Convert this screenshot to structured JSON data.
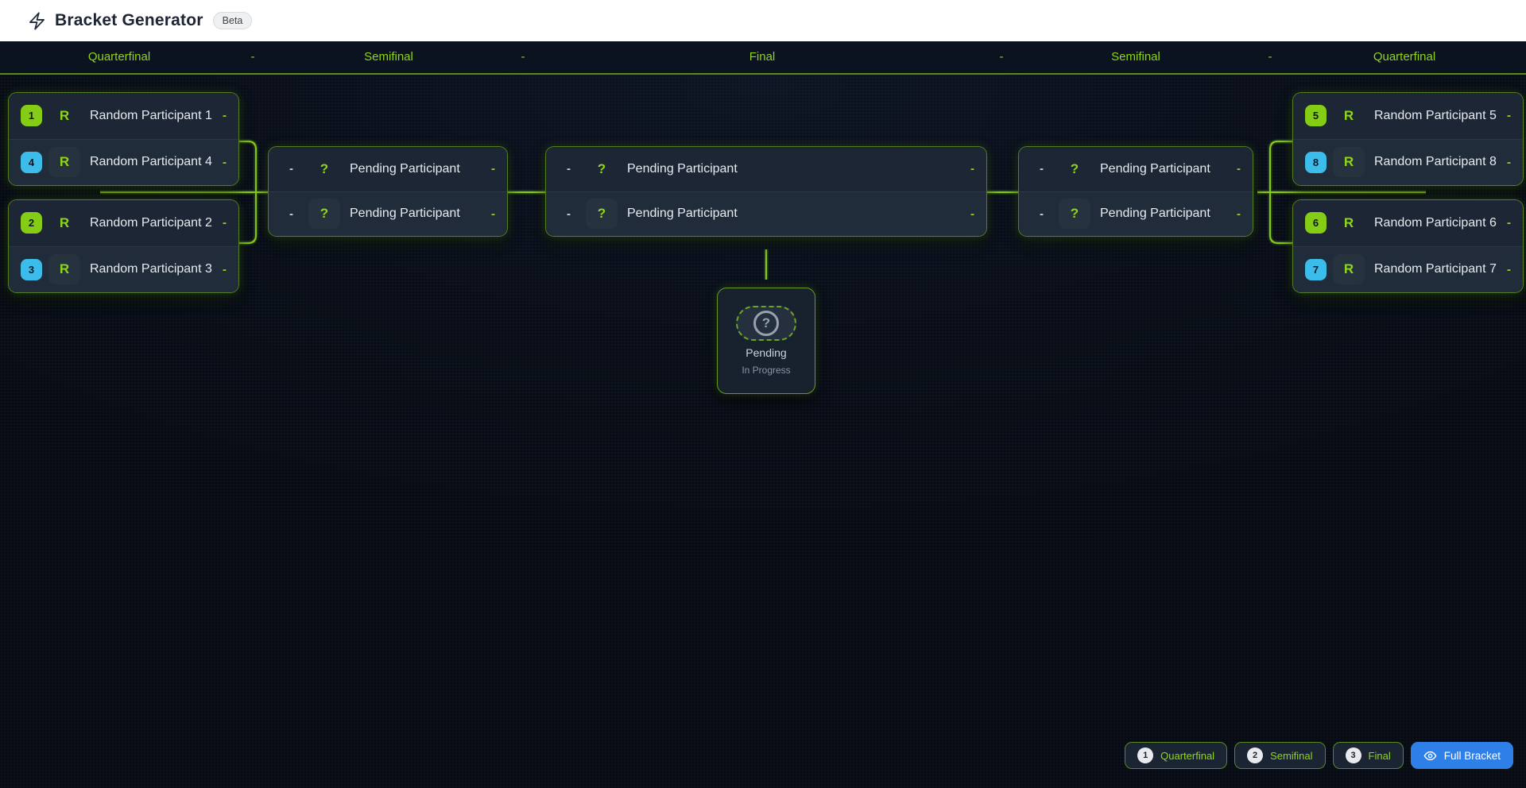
{
  "header": {
    "title": "Bracket Generator",
    "badge": "Beta"
  },
  "rounds_bar": {
    "labels": [
      "Quarterfinal",
      "-",
      "Semifinal",
      "-",
      "Final",
      "-",
      "Semifinal",
      "-",
      "Quarterfinal"
    ]
  },
  "colors": {
    "accent": "#84cc16",
    "seed_green": "#84cc16",
    "seed_blue": "#3cbcea",
    "card_bg": "#1c2634",
    "rounds_bar_bg": "#0b1220",
    "page_bg": "#090e18",
    "primary_button": "#2e7fe8"
  },
  "bracket": {
    "matches": [
      {
        "round": "quarterfinal-left-1",
        "rows": [
          {
            "seed": "1",
            "seed_color": "green",
            "avatar": "R",
            "boxed": false,
            "name": "Random Participant 1",
            "score": "-"
          },
          {
            "seed": "4",
            "seed_color": "blue",
            "avatar": "R",
            "boxed": true,
            "name": "Random Participant 4",
            "score": "-"
          }
        ]
      },
      {
        "round": "quarterfinal-left-2",
        "rows": [
          {
            "seed": "2",
            "seed_color": "green",
            "avatar": "R",
            "boxed": false,
            "name": "Random Participant 2",
            "score": "-"
          },
          {
            "seed": "3",
            "seed_color": "blue",
            "avatar": "R",
            "boxed": true,
            "name": "Random Participant 3",
            "score": "-"
          }
        ]
      },
      {
        "round": "semifinal-left",
        "rows": [
          {
            "seed": "-",
            "seed_color": "none",
            "avatar": "?",
            "boxed": false,
            "name": "Pending Participant",
            "score": "-"
          },
          {
            "seed": "-",
            "seed_color": "none",
            "avatar": "?",
            "boxed": true,
            "name": "Pending Participant",
            "score": "-"
          }
        ]
      },
      {
        "round": "final",
        "rows": [
          {
            "seed": "-",
            "seed_color": "none",
            "avatar": "?",
            "boxed": false,
            "name": "Pending Participant",
            "score": "-"
          },
          {
            "seed": "-",
            "seed_color": "none",
            "avatar": "?",
            "boxed": true,
            "name": "Pending Participant",
            "score": "-"
          }
        ]
      },
      {
        "round": "semifinal-right",
        "rows": [
          {
            "seed": "-",
            "seed_color": "none",
            "avatar": "?",
            "boxed": false,
            "name": "Pending Participant",
            "score": "-"
          },
          {
            "seed": "-",
            "seed_color": "none",
            "avatar": "?",
            "boxed": true,
            "name": "Pending Participant",
            "score": "-"
          }
        ]
      },
      {
        "round": "quarterfinal-right-1",
        "rows": [
          {
            "seed": "5",
            "seed_color": "green",
            "avatar": "R",
            "boxed": false,
            "name": "Random Participant 5",
            "score": "-"
          },
          {
            "seed": "8",
            "seed_color": "blue",
            "avatar": "R",
            "boxed": true,
            "name": "Random Participant 8",
            "score": "-"
          }
        ]
      },
      {
        "round": "quarterfinal-right-2",
        "rows": [
          {
            "seed": "6",
            "seed_color": "green",
            "avatar": "R",
            "boxed": false,
            "name": "Random Participant 6",
            "score": "-"
          },
          {
            "seed": "7",
            "seed_color": "blue",
            "avatar": "R",
            "boxed": true,
            "name": "Random Participant 7",
            "score": "-"
          }
        ]
      }
    ],
    "champion": {
      "title": "Pending",
      "subtitle": "In Progress",
      "icon": "question-mark-circle"
    }
  },
  "controls": {
    "steps": [
      {
        "num": "1",
        "label": "Quarterfinal"
      },
      {
        "num": "2",
        "label": "Semifinal"
      },
      {
        "num": "3",
        "label": "Final"
      }
    ],
    "full_bracket_label": "Full Bracket"
  }
}
